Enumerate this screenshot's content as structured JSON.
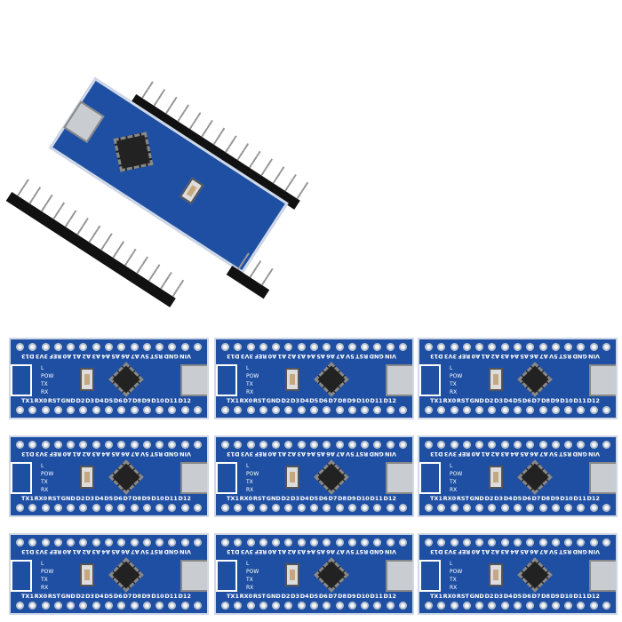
{
  "product": {
    "top_pins": [
      "VIN",
      "GND",
      "RST",
      "5V",
      "A7",
      "A6",
      "A5",
      "A4",
      "A3",
      "A2",
      "A1",
      "A0",
      "REF",
      "3V3",
      "D13"
    ],
    "bottom_pins": [
      "TX1",
      "RX0",
      "RST",
      "GND",
      "D2",
      "D3",
      "D4",
      "D5",
      "D6",
      "D7",
      "D8",
      "D9",
      "D10",
      "D11",
      "D12"
    ],
    "led_labels": [
      "L",
      "POW",
      "TX",
      "RX"
    ],
    "board_count": 9,
    "colors": {
      "pcb": "#1f4fa3",
      "pad": "#f4f6fa"
    }
  }
}
